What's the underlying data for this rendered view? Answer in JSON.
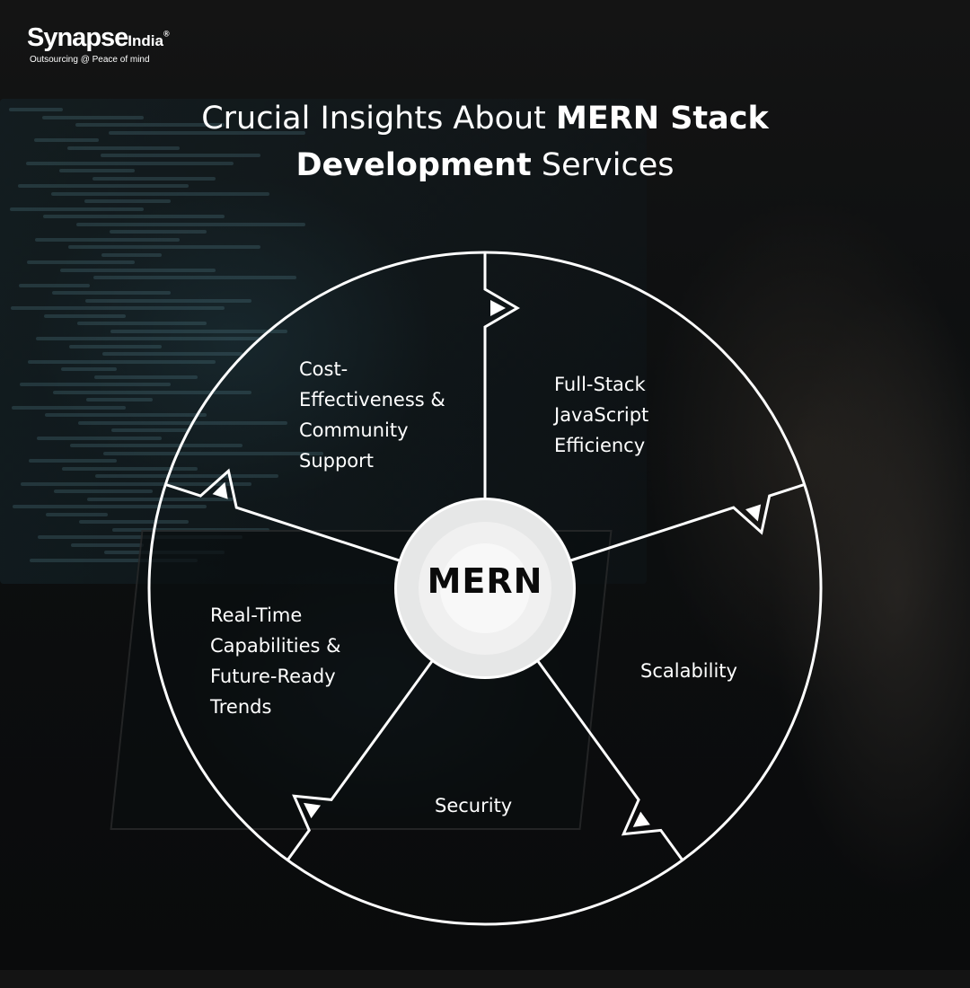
{
  "brand": {
    "name": "Synapse",
    "name_suffix": "India",
    "registered": "®",
    "tagline": "Outsourcing @ Peace of mind"
  },
  "title": {
    "part1": "Crucial Insights About ",
    "bold1": "MERN Stack",
    "bold2": "Development",
    "part2": " Services"
  },
  "center": {
    "label": "MERN"
  },
  "segments": [
    {
      "label": "Full-Stack JavaScript Efficiency"
    },
    {
      "label": "Scalability"
    },
    {
      "label": "Security"
    },
    {
      "label": "Real-Time Capabilities & Future-Ready Trends"
    },
    {
      "label": "Cost-Effectiveness & Community Support"
    }
  ],
  "colors": {
    "line": "#ffffff",
    "center_fill": "#eeeeee",
    "text": "#ffffff"
  }
}
